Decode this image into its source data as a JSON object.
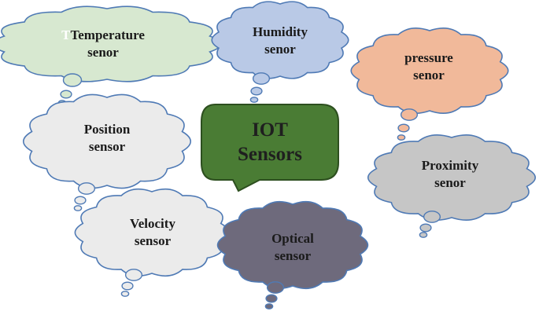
{
  "center": {
    "line1": "IOT",
    "line2": "Sensors",
    "fill": "#4a7c34",
    "stroke": "#2d4f1f"
  },
  "clouds": [
    {
      "id": "temperature",
      "prefix": "T",
      "line1": "Temperature",
      "line2": "senor",
      "fill": "#d7e8d0",
      "stroke": "#4f7ab5"
    },
    {
      "id": "humidity",
      "prefix": "",
      "line1": "Humidity",
      "line2": "senor",
      "fill": "#b9c9e6",
      "stroke": "#4f7ab5"
    },
    {
      "id": "pressure",
      "prefix": "",
      "line1": "pressure",
      "line2": "senor",
      "fill": "#f1b99a",
      "stroke": "#4f7ab5"
    },
    {
      "id": "position",
      "prefix": "",
      "line1": "Position",
      "line2": "sensor",
      "fill": "#ebebeb",
      "stroke": "#4f7ab5"
    },
    {
      "id": "proximity",
      "prefix": "",
      "line1": "Proximity",
      "line2": "senor",
      "fill": "#c6c6c6",
      "stroke": "#4f7ab5"
    },
    {
      "id": "velocity",
      "prefix": "",
      "line1": "Velocity",
      "line2": "sensor",
      "fill": "#ebebeb",
      "stroke": "#4f7ab5"
    },
    {
      "id": "optical",
      "prefix": "",
      "line1": "Optical",
      "line2": "sensor",
      "fill": "#6e6a7c",
      "stroke": "#4f7ab5"
    }
  ]
}
